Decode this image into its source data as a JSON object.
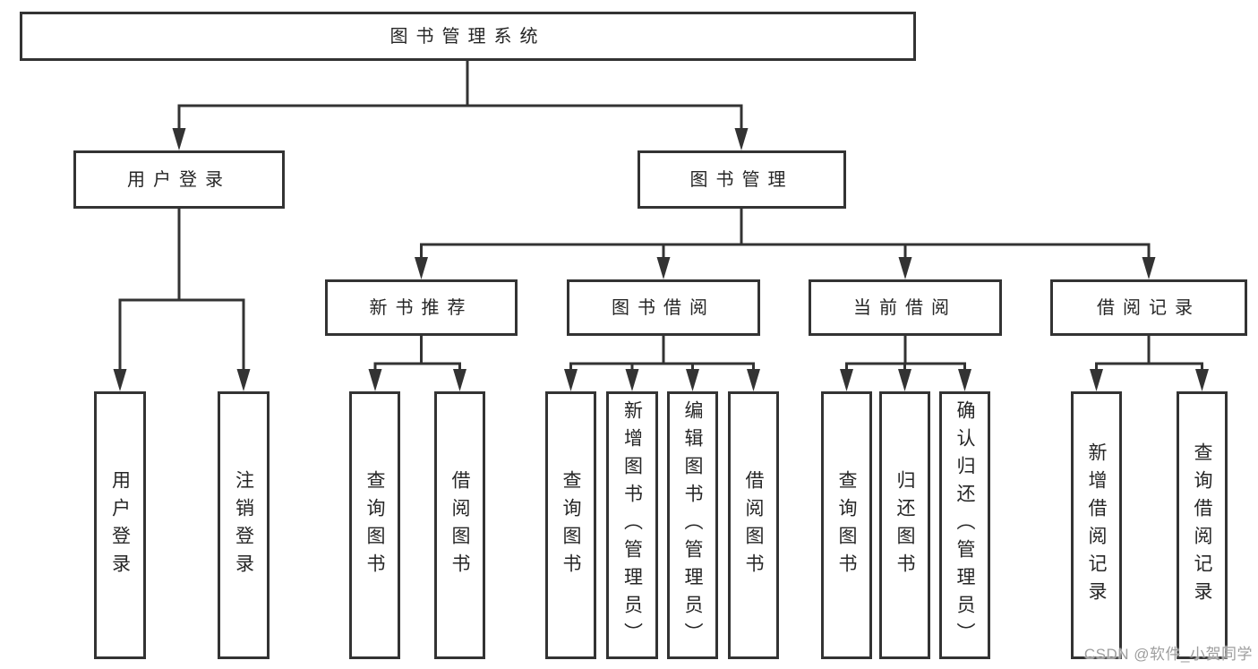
{
  "diagram": {
    "root": "图书管理系统",
    "user_login": "用户登录",
    "book_management": "图书管理",
    "modules": [
      "新书推荐",
      "图书借阅",
      "当前借阅",
      "借阅记录"
    ],
    "user_login_leaves": [
      "用户登录",
      "注销登录"
    ],
    "recommend_leaves": [
      "查询图书",
      "借阅图书"
    ],
    "borrow_leaves": [
      "查询图书",
      "新增图书（管理员）",
      "编辑图书（管理员）",
      "借阅图书"
    ],
    "current_leaves": [
      "查询图书",
      "归还图书",
      "确认归还（管理员）"
    ],
    "record_leaves": [
      "新增借阅记录",
      "查询借阅记录"
    ]
  },
  "colors": {
    "line": "#333333",
    "text": "#262626",
    "watermark": "#9e9e9e",
    "background": "#ffffff"
  },
  "watermark": "CSDN @软件_小贺同学"
}
